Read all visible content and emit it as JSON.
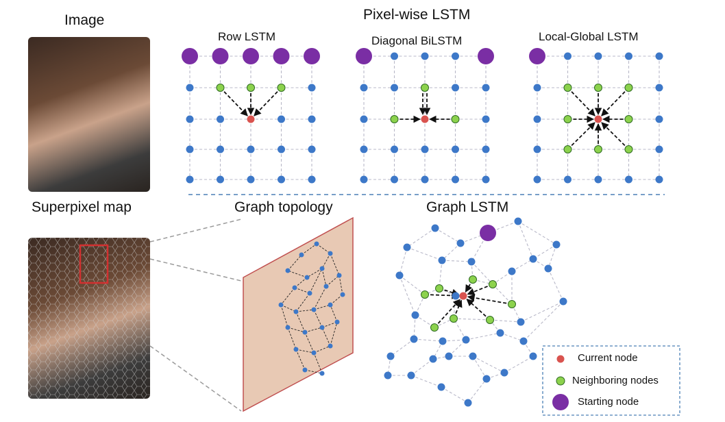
{
  "titles": {
    "image": "Image",
    "superpixel": "Superpixel map",
    "pixelwise": "Pixel-wise LSTM",
    "row": "Row LSTM",
    "diagonal": "Diagonal BiLSTM",
    "localglobal": "Local-Global LSTM",
    "graph_topology": "Graph topology",
    "graph_lstm": "Graph LSTM"
  },
  "legend": {
    "current": "Current node",
    "neighbor": "Neighboring nodes",
    "starting": "Starting node"
  },
  "colors": {
    "node": "#3d78c8",
    "current": "#d9534f",
    "neighbor": "#8cd24d",
    "starting": "#7a2ea4",
    "edge": "#b8b8c8",
    "divider": "#4a7fb5",
    "frame": "#c05050"
  }
}
